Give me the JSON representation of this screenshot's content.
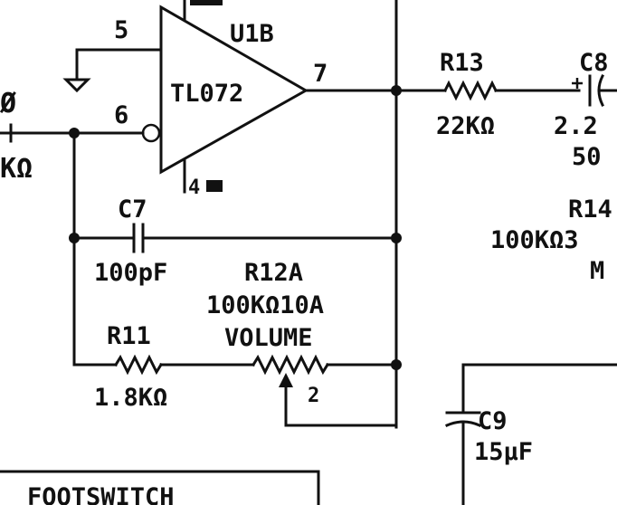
{
  "opamp": {
    "ref": "U1B",
    "part": "TL072",
    "pin_noninv": "5",
    "pin_inv": "6",
    "pin_out": "7",
    "pin_gnd": "4"
  },
  "r13": {
    "ref": "R13",
    "value": "22KΩ"
  },
  "c8": {
    "ref": "C8",
    "value": "2.2",
    "voltage": "50"
  },
  "r14": {
    "ref": "R14",
    "value": "100KΩ3",
    "note": "M"
  },
  "c7": {
    "ref": "C7",
    "value": "100pF"
  },
  "r12a": {
    "ref": "R12A",
    "value": "100KΩ10A",
    "function": "VOLUME"
  },
  "r11": {
    "ref": "R11",
    "value": "1.8KΩ"
  },
  "c9": {
    "ref": "C9",
    "value": "15μF"
  },
  "left_partial": {
    "ref": "Ø",
    "value": "KΩ"
  },
  "pot_wiper": "2",
  "footswitch": "FOOTSWITCH"
}
